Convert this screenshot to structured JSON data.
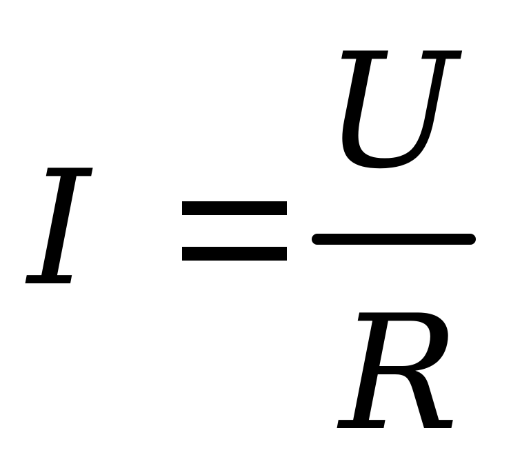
{
  "formula": {
    "lhs": "I",
    "equals": "=",
    "numerator": "U",
    "denominator": "R"
  }
}
